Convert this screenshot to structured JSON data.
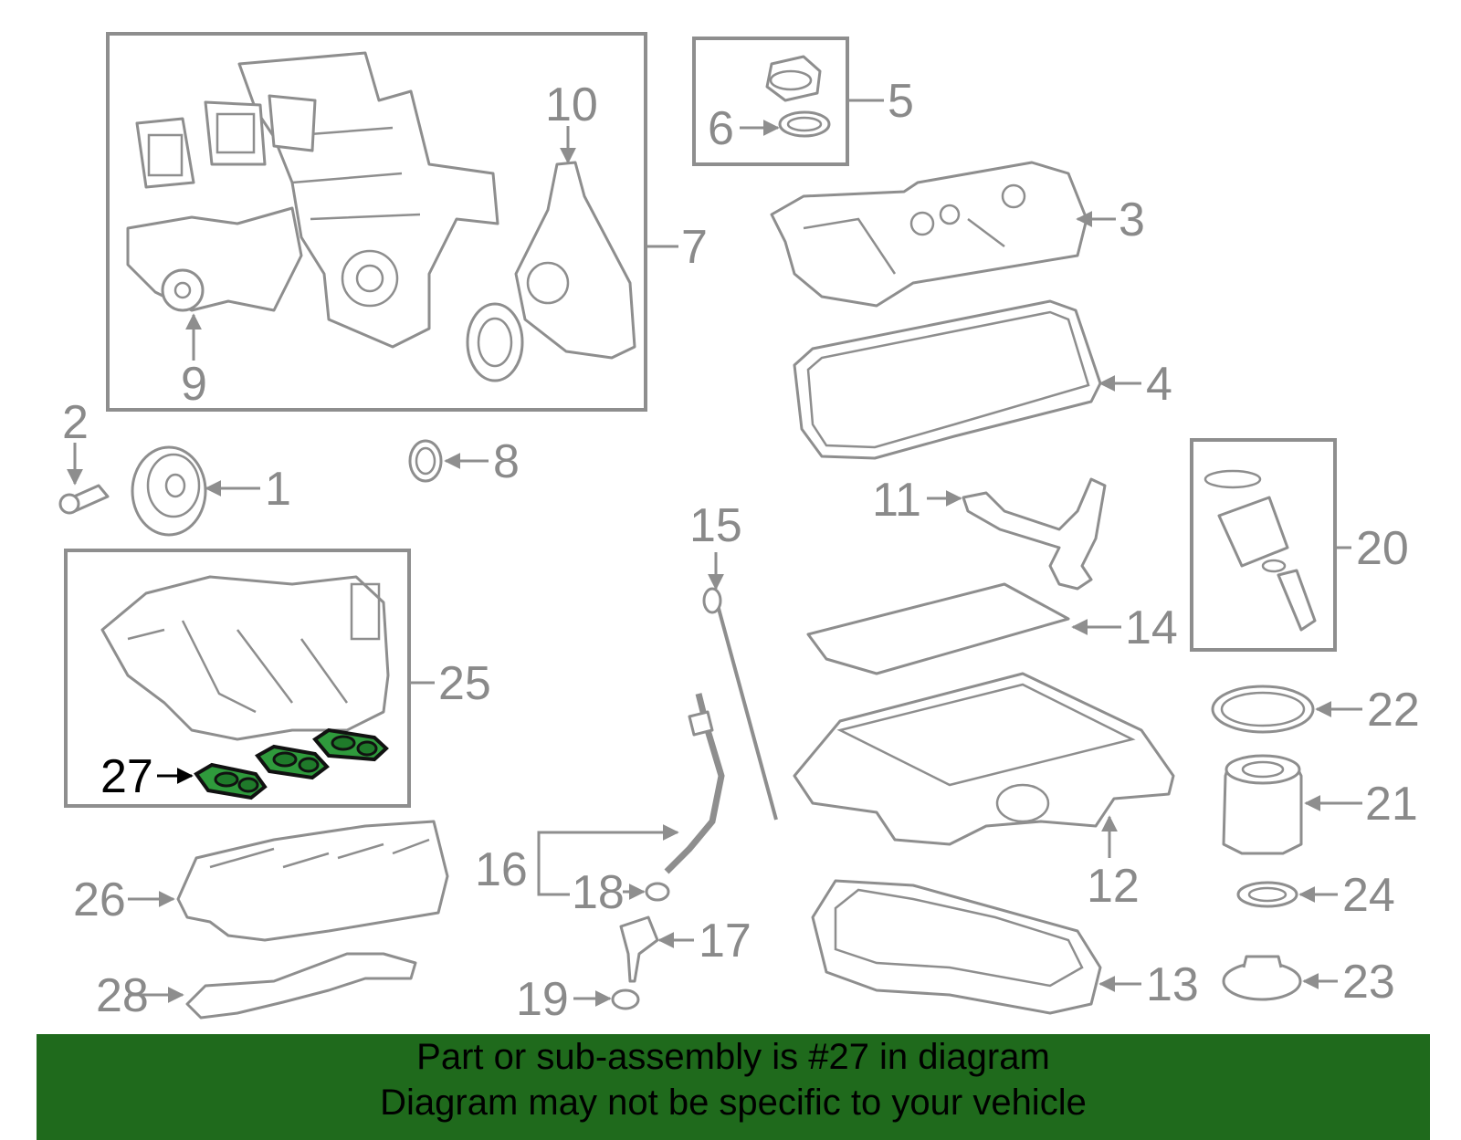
{
  "diagram": {
    "callouts": [
      "1",
      "2",
      "3",
      "4",
      "5",
      "6",
      "7",
      "8",
      "9",
      "10",
      "11",
      "12",
      "13",
      "14",
      "15",
      "16",
      "17",
      "18",
      "19",
      "20",
      "21",
      "22",
      "23",
      "24",
      "25",
      "26",
      "27",
      "28"
    ],
    "highlighted_part": "27",
    "colors": {
      "banner": "#1f6a1c",
      "highlight": "#2f9a3c",
      "line": "#8e8e8e",
      "label": "#8a8a8a"
    }
  },
  "banner": {
    "line1": "Part or sub-assembly is #27 in diagram",
    "line2": "Diagram may not be specific to your vehicle"
  }
}
